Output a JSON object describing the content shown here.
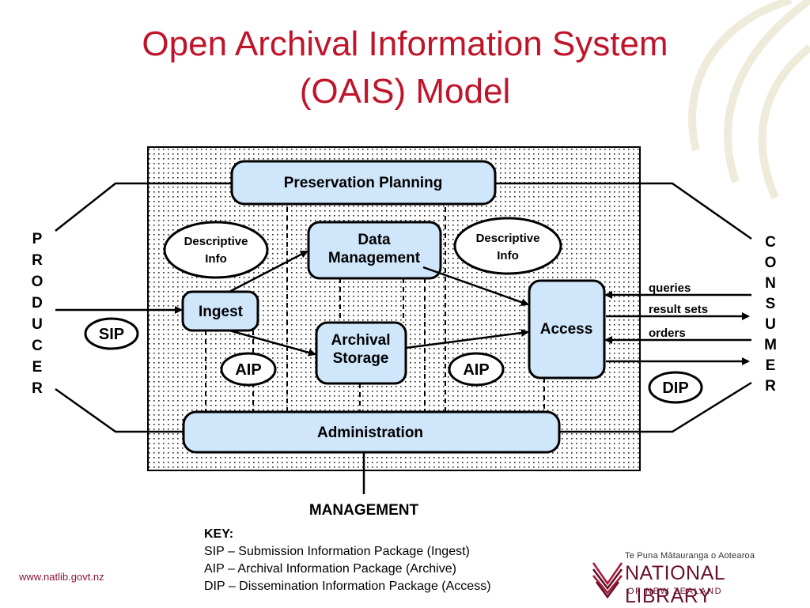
{
  "title": {
    "line1": "Open Archival Information System",
    "line2": "(OAIS) Model"
  },
  "diagram": {
    "producer_letters": [
      "P",
      "R",
      "O",
      "D",
      "U",
      "C",
      "E",
      "R"
    ],
    "consumer_letters": [
      "C",
      "O",
      "N",
      "S",
      "U",
      "M",
      "E",
      "R"
    ],
    "boxes": {
      "preservation_planning": "Preservation Planning",
      "data_management_line1": "Data",
      "data_management_line2": "Management",
      "ingest": "Ingest",
      "archival_storage_line1": "Archival",
      "archival_storage_line2": "Storage",
      "access": "Access",
      "administration": "Administration"
    },
    "ovals": {
      "descriptive_info_left_line1": "Descriptive",
      "descriptive_info_left_line2": "Info",
      "descriptive_info_right_line1": "Descriptive",
      "descriptive_info_right_line2": "Info",
      "sip": "SIP",
      "aip_left": "AIP",
      "aip_right": "AIP",
      "dip": "DIP"
    },
    "flows": {
      "queries": "queries",
      "result_sets": "result sets",
      "orders": "orders"
    },
    "management": "MANAGEMENT"
  },
  "key": {
    "heading": "KEY:",
    "sip": "SIP – Submission Information Package (Ingest)",
    "aip": "AIP – Archival Information Package (Archive)",
    "dip": "DIP – Dissemination Information Package (Access)"
  },
  "footer": {
    "url": "www.natlib.govt.nz",
    "library_maori": "Te Puna Mātauranga o Aotearoa",
    "library_name": "NATIONAL LIBRARY",
    "library_sub": "OF NEW ZEALAND"
  },
  "colors": {
    "title": "#c0142a",
    "box_fill": "#cfe6fb",
    "brand": "#6a0f2c"
  }
}
